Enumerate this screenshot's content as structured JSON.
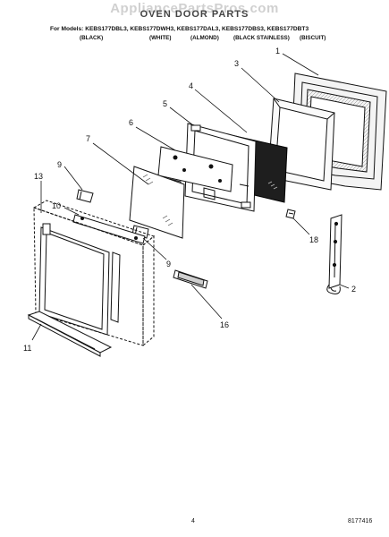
{
  "watermark": "AppliancePartsPros.com",
  "title": "OVEN DOOR PARTS",
  "models_line": "For Models: KEBS177DBL3, KEBS177DWH3, KEBS177DAL3, KEBS177DBS3, KEBS177DBT3",
  "colors": [
    "(BLACK)",
    "(WHITE)",
    "(ALMOND)",
    "(BLACK STAINLESS)",
    "(BISCUIT)"
  ],
  "callouts": {
    "c1": "1",
    "c2": "2",
    "c3": "3",
    "c4": "4",
    "c5": "5",
    "c6": "6",
    "c7": "7",
    "c9a": "9",
    "c9b": "9",
    "c10": "10",
    "c11": "11",
    "c13": "13",
    "c16": "16",
    "c18": "18"
  },
  "page_number": "4",
  "doc_number": "8177416"
}
